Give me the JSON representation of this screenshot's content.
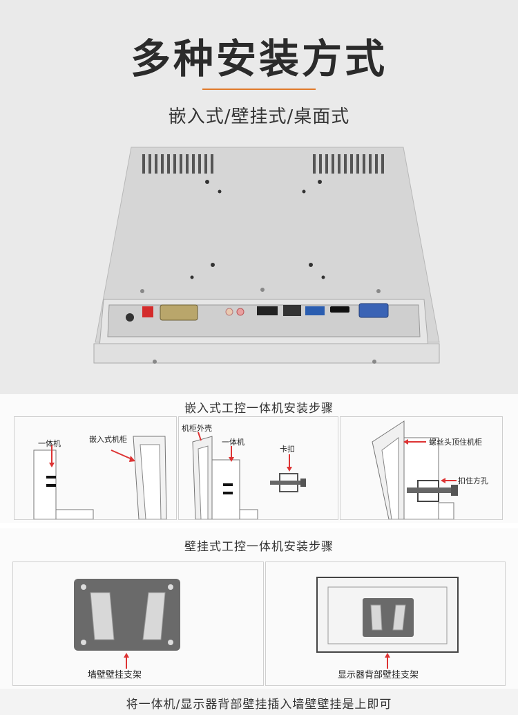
{
  "hero": {
    "title": "多种安装方式",
    "subtitle": "嵌入式/壁挂式/桌面式",
    "accent_color": "#e07a2a"
  },
  "embedded": {
    "title": "嵌入式工控一体机安装步骤",
    "panel1": {
      "label_pc": "一体机",
      "label_cabinet": "嵌入式机柜"
    },
    "panel2": {
      "label_shell": "机柜外壳",
      "label_pc": "一体机",
      "label_clip": "卡扣"
    },
    "panel3": {
      "label_screw": "螺丝头顶住机柜",
      "label_hole": "扣住方孔"
    }
  },
  "wall": {
    "title": "壁挂式工控一体机安装步骤",
    "left_label": "墙壁壁挂支架",
    "right_label": "显示器背部壁挂支架"
  },
  "footer": {
    "text": "将一体机/显示器背部壁挂插入墙壁壁挂是上即可"
  },
  "icons": {
    "device": "rear-panel-illustration",
    "arrow": "red-arrow-icon"
  }
}
